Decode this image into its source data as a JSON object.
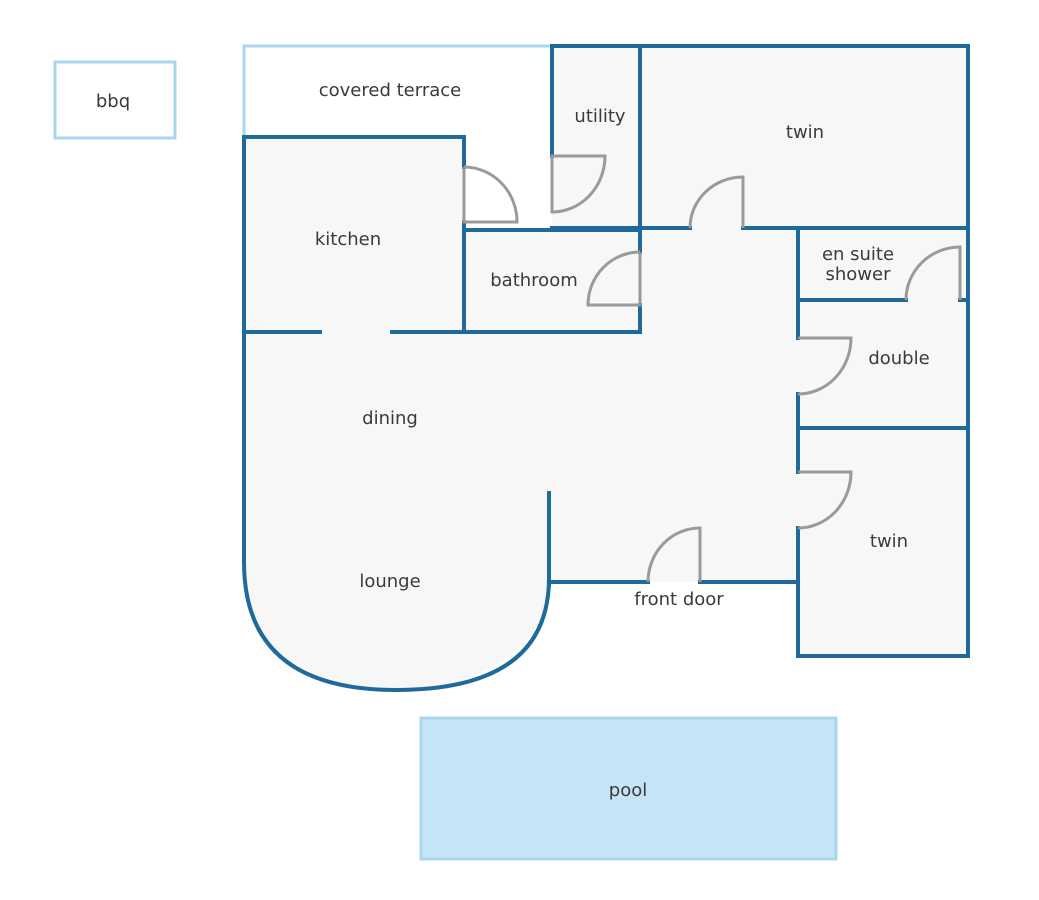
{
  "colors": {
    "wall": "#1f6a9a",
    "light_wall": "#a9d6ef",
    "door": "#9a9a9a",
    "floor": "#f7f7f7",
    "pool_fill": "#c5e4f6",
    "background": "#ffffff"
  },
  "rooms": {
    "bbq": "bbq",
    "covered_terrace": "covered terrace",
    "utility": "utility",
    "twin_top": "twin",
    "kitchen": "kitchen",
    "bathroom": "bathroom",
    "en_suite_line1": "en suite",
    "en_suite_line2": "shower",
    "double": "double",
    "dining": "dining",
    "lounge": "lounge",
    "twin_bottom": "twin",
    "front_door": "front door",
    "pool": "pool"
  }
}
